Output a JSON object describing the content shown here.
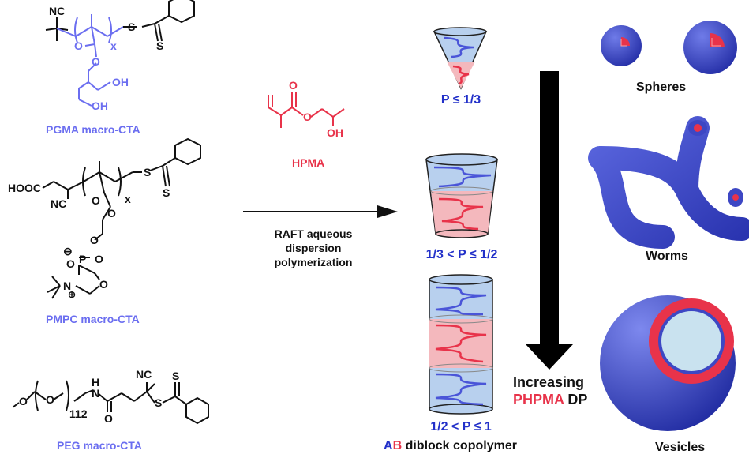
{
  "colors": {
    "blue_chem": "#6b6ef0",
    "red_chem": "#e8334a",
    "navy_label": "#2230c9",
    "arrow_black": "#000000",
    "shell_blue": "#3d47c4",
    "core_red": "#e8334a",
    "cone_fill_blue": "#b8d0ee",
    "cone_fill_pink": "#f4b8bd",
    "chain_blue": "#4a55d8",
    "chain_red": "#e8334a",
    "vesicle_lumen": "#c9e2ef"
  },
  "macro_cta": {
    "pgma": {
      "label": "PGMA macro-CTA",
      "cn": "NC",
      "subscript": "x",
      "atoms": {
        "o_carbonyl": "O",
        "o_ester": "O",
        "oh1": "OH",
        "oh2": "OH",
        "s1": "S",
        "s2": "S"
      }
    },
    "pmpc": {
      "label": "PMPC macro-CTA",
      "hooc": "HOOC",
      "cn": "NC",
      "subscript": "x",
      "atoms": {
        "o_carbonyl": "O",
        "o_ester": "O",
        "o_p1": "O",
        "p": "P",
        "o_p2": "O",
        "o_p3": "O",
        "o_p4": "O",
        "n": "N",
        "minus": "⊖",
        "plus": "⊕",
        "s1": "S",
        "s2": "S"
      }
    },
    "peg": {
      "label": "PEG macro-CTA",
      "subscript": "112",
      "atoms": {
        "o_methoxy": "O",
        "o_repeat": "O",
        "h": "H",
        "n": "N",
        "o_amide": "O",
        "cn": "NC",
        "s1": "S",
        "s2": "S"
      }
    }
  },
  "monomer": {
    "label": "HPMA",
    "atoms": {
      "o_carbonyl": "O",
      "o_ester": "O",
      "oh": "OH"
    }
  },
  "reaction": {
    "line1": "RAFT aqueous",
    "line2": "dispersion",
    "line3": "polymerization"
  },
  "packing": {
    "cone": "P ≤ 1/3",
    "truncated_cone": "1/3 < P ≤ 1/2",
    "cylinder": "1/2 < P ≤ 1"
  },
  "copolymer": {
    "a": "A",
    "b": "B",
    "rest": " diblock copolymer"
  },
  "increasing": {
    "line1": "Increasing",
    "phpma": "PHPMA",
    "dp": " DP"
  },
  "morphologies": {
    "spheres": "Spheres",
    "worms": "Worms",
    "vesicles": "Vesicles"
  }
}
